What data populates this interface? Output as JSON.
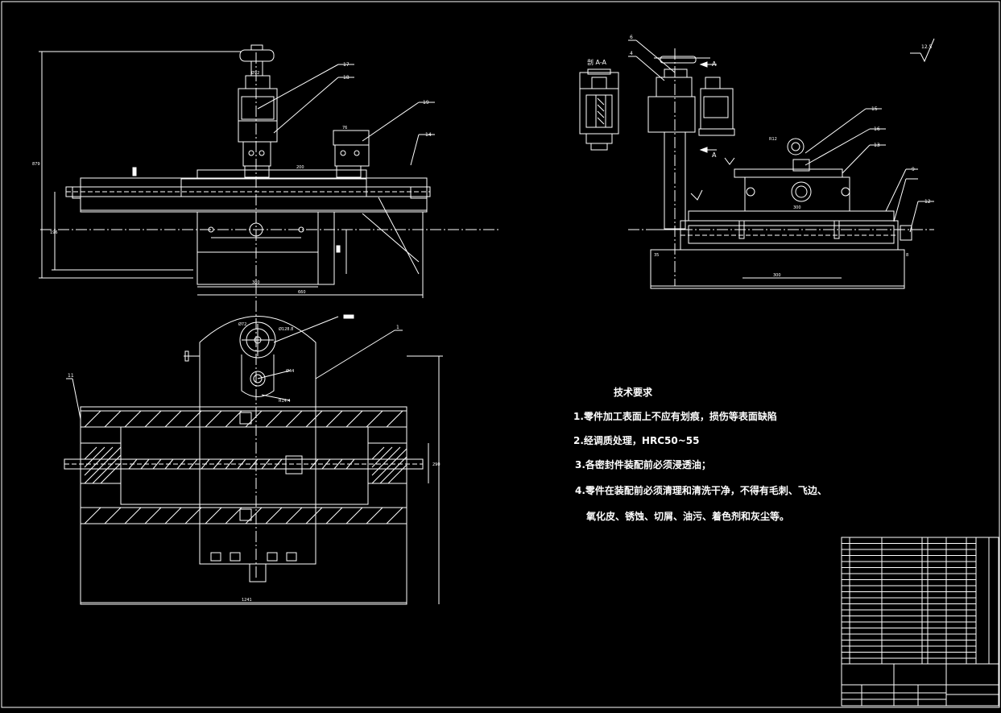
{
  "colors": {
    "background": "#000000",
    "line": "#ffffff",
    "accent": "#ffffff"
  },
  "labels": {
    "section": "剖 A-A",
    "arrow_a": "A",
    "roughness": "12.5",
    "parts_top": [
      "17",
      "18",
      "19",
      "14"
    ],
    "parts_right": [
      "15",
      "16",
      "13",
      "9",
      "12",
      "6",
      "4"
    ],
    "parts_bottom": [
      "11",
      "1"
    ],
    "dims_top": [
      "Ø72",
      "76",
      "200",
      "380",
      "660",
      "196",
      "879"
    ],
    "dims_right": [
      "R12",
      "300",
      "300",
      "8",
      "35"
    ],
    "dims_bottom": [
      "Ø72",
      "Ø128.8",
      "Ø44",
      "R14.4",
      "1241",
      "290"
    ]
  },
  "tech_req": {
    "title": "技术要求",
    "items": [
      "1.零件加工表面上不应有划痕，损伤等表面缺陷",
      "2.经调质处理，HRC50~55",
      "3.各密封件装配前必须浸透油；",
      "4.零件在装配前必须清理和清洗干净，不得有毛刺、飞边、",
      "氧化皮、锈蚀、切屑、油污、着色剂和灰尘等。"
    ]
  }
}
